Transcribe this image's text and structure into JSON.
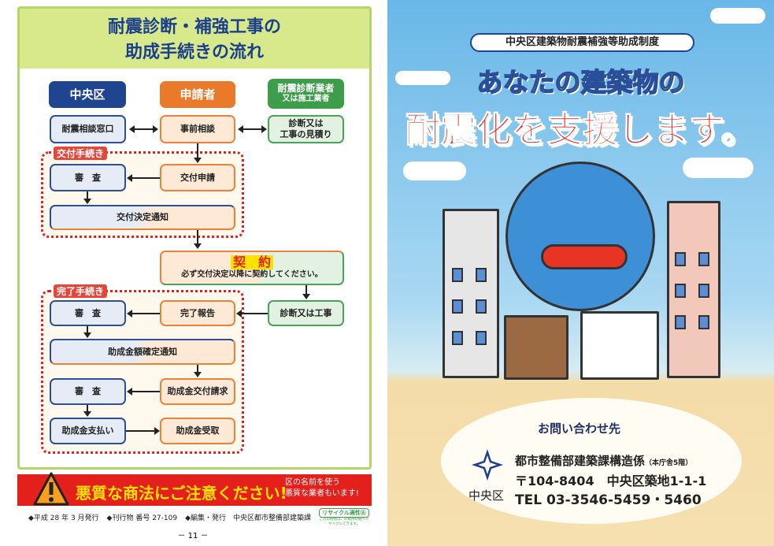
{
  "left_page": {
    "title_line1": "耐震診断・補強工事の",
    "title_line2": "助成手続きの流れ",
    "headers": {
      "ward": "中央区",
      "applicant": "申請者",
      "contractor_line1": "耐震診断業者",
      "contractor_line2": "又は施工業者"
    },
    "row1": {
      "ward": "耐震相談窓口",
      "applicant": "事前相談",
      "contractor_line1": "診断又は",
      "contractor_line2": "工事の見積り"
    },
    "grant_procedure_label": "交付手続き",
    "grant": {
      "review": "審　査",
      "application": "交付申請",
      "decision": "交付決定通知"
    },
    "contract": {
      "title": "契　約",
      "note": "必ず交付決定以降に契約してください。"
    },
    "completion_label": "完了手続き",
    "completion": {
      "work": "診断又は工事",
      "review1": "審　査",
      "report": "完了報告",
      "amount_notice": "助成金額確定通知",
      "review2": "審　査",
      "payment_request": "助成金交付請求",
      "payment": "助成金支払い",
      "receipt": "助成金受取"
    },
    "warning": {
      "title": "悪質な商法にご注意ください!",
      "note_line1": "区の名前を使う",
      "note_line2": "悪質な業者もいます!",
      "icon": "warning-triangle-icon"
    },
    "footer": {
      "issued": "◆平成 28 年 3 月発行",
      "pub_no": "◆刊行物 番号 27-109",
      "editor": "◆編集・発行　中央区都市整備部建築課",
      "recycle": "リサイクル適性Ⓐ",
      "recycle_note": "この印刷物は、印刷用の紙へリサイクルできます。",
      "page": "－ 11 －"
    }
  },
  "right_page": {
    "program": "中央区建築物耐震補強等助成制度",
    "headline1": "あなたの建築物の",
    "headline2": "耐震化を支援します。",
    "contact": {
      "title": "お問い合わせ先",
      "dept": "都市整備部建築課構造係",
      "floor": "（本庁舎5階）",
      "postal": "〒104-8404　中央区築地1-1-1",
      "tel": "TEL 03-3546-5459・5460",
      "logo_text": "中央区"
    }
  },
  "colors": {
    "navy": "#1f4590",
    "orange": "#ea7a2a",
    "green": "#3e9d4a",
    "red": "#e3201b",
    "yellow": "#ffe100"
  }
}
